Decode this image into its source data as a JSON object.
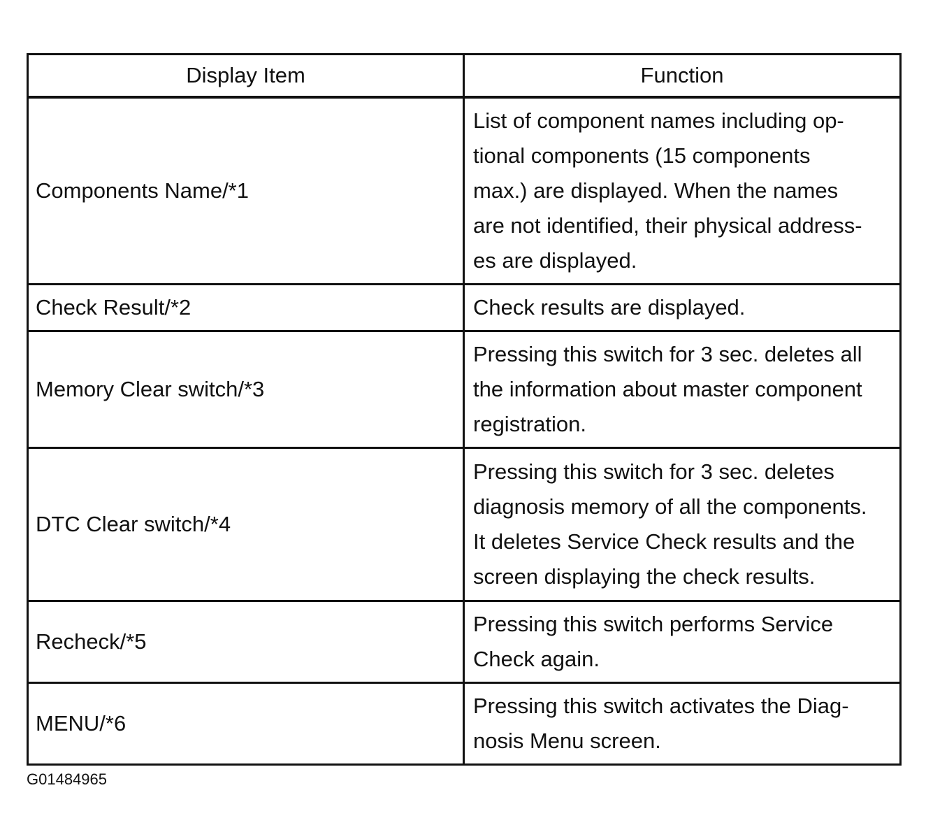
{
  "table": {
    "headers": [
      "Display Item",
      "Function"
    ],
    "rows": [
      {
        "item": "Components Name/*1",
        "function_lines": [
          "List of component names including op-",
          "tional components (15 components",
          "max.) are displayed. When the names",
          "are not identified, their physical address-",
          "es are displayed."
        ]
      },
      {
        "item": "Check Result/*2",
        "function_lines": [
          "Check results are displayed."
        ]
      },
      {
        "item": "Memory Clear switch/*3",
        "function_lines": [
          "Pressing this switch for 3 sec. deletes all",
          "the information about master component",
          "registration."
        ]
      },
      {
        "item": "DTC Clear switch/*4",
        "function_lines": [
          "Pressing this switch for 3 sec. deletes",
          "diagnosis memory of all the components.",
          "It deletes Service Check results and the",
          "screen displaying the check results."
        ]
      },
      {
        "item": "Recheck/*5",
        "function_lines": [
          "Pressing this switch performs Service",
          "Check again."
        ]
      },
      {
        "item": "MENU/*6",
        "function_lines": [
          "Pressing this switch activates the Diag-",
          "nosis Menu screen."
        ]
      }
    ]
  },
  "figure_id": "G01484965"
}
